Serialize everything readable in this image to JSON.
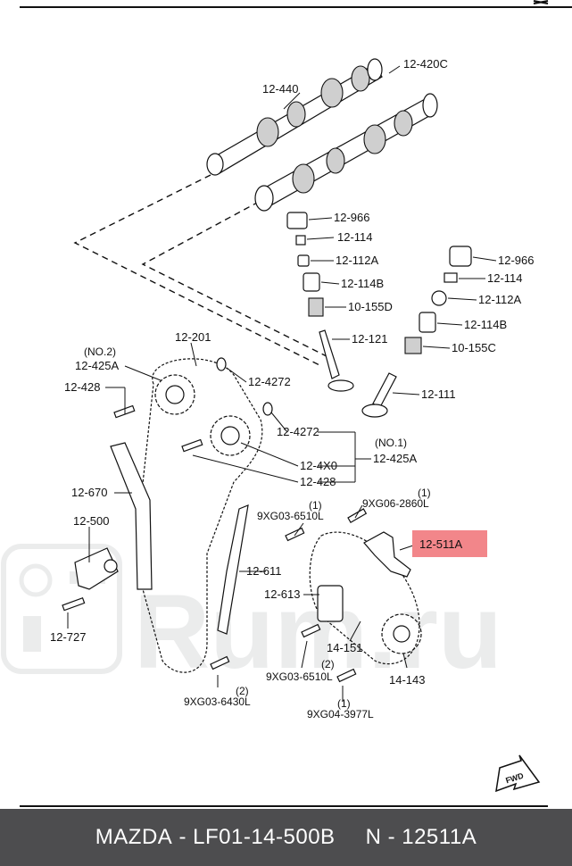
{
  "header": {
    "close_icon": "close-icon"
  },
  "labels": {
    "l_12_420c": "12-420C",
    "l_12_440": "12-440",
    "l_12_966_a": "12-966",
    "l_12_114_a": "12-114",
    "l_12_112a_a": "12-112A",
    "l_12_114b_a": "12-114B",
    "l_10_155d": "10-155D",
    "l_12_966_b": "12-966",
    "l_12_114_b": "12-114",
    "l_12_112a_b": "12-112A",
    "l_12_114b_b": "12-114B",
    "l_10_155c": "10-155C",
    "l_12_121": "12-121",
    "l_12_111": "12-111",
    "l_no2": "(NO.2)",
    "l_12_425a_1": "12-425A",
    "l_12_428_1": "12-428",
    "l_12_201": "12-201",
    "l_12_4272_a": "12-4272",
    "l_12_4272_b": "12-4272",
    "l_no1": "(NO.1)",
    "l_12_425a_2": "12-425A",
    "l_12_4x0": "12-4X0",
    "l_12_428_2": "12-428",
    "l_12_670": "12-670",
    "l_12_500": "12-500",
    "l_12_727": "12-727",
    "l_9xg03_6510l_a_n": "(1)",
    "l_9xg03_6510l_a": "9XG03-6510L",
    "l_9xg06_2860l_n": "(1)",
    "l_9xg06_2860l": "9XG06-2860L",
    "l_12_511a": "12-511A",
    "l_12_611": "12-611",
    "l_12_613": "12-613",
    "l_14_151": "14-151",
    "l_9xg03_6510l_b": "9XG03-6510L",
    "l_9xg03_6430l_n": "(2)",
    "l_9xg03_6430l": "9XG03-6430L",
    "l_9xg04_3977l_n_top": "(2)",
    "l_9xg04_3977l_n": "(1)",
    "l_9xg04_3977l": "9XG04-3977L",
    "l_14_143": "14-143",
    "l_fwd": "FWD"
  },
  "highlight": {
    "label_ref": "12-511A",
    "color": "#f2868a"
  },
  "watermark": {
    "text": "Rum.ru",
    "color": "#e9eaeb"
  },
  "footer": {
    "brand": "MAZDA",
    "sep1": " - ",
    "part_number": "LF01-14-500B",
    "sep2": "N - ",
    "ref_number": "12511A",
    "background": "#4d4d4f"
  }
}
